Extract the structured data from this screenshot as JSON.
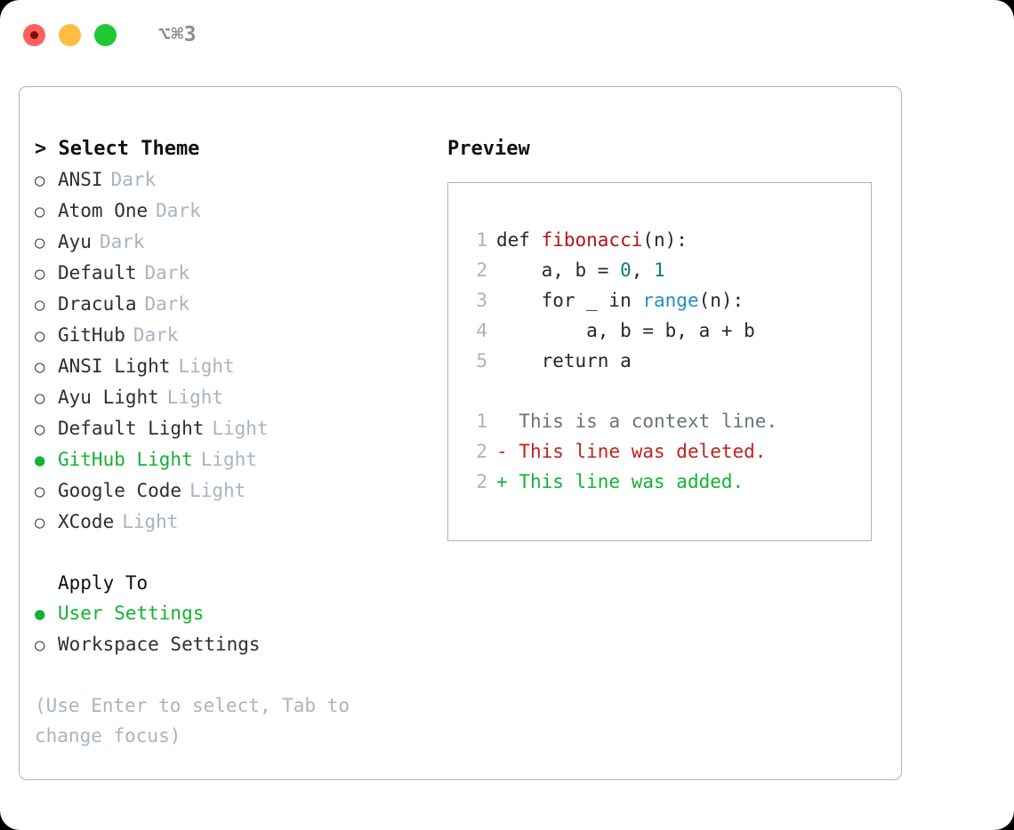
{
  "window": {
    "traffic_lights": [
      "close-red",
      "minimize-yellow",
      "maximize-green"
    ],
    "shortcut_label": "⌥⌘3"
  },
  "theme_list": {
    "header": "> Select Theme",
    "items": [
      {
        "bullet": "○",
        "name": "ANSI",
        "tag": "Dark",
        "selected": false
      },
      {
        "bullet": "○",
        "name": "Atom One",
        "tag": "Dark",
        "selected": false
      },
      {
        "bullet": "○",
        "name": "Ayu",
        "tag": "Dark",
        "selected": false
      },
      {
        "bullet": "○",
        "name": "Default",
        "tag": "Dark",
        "selected": false
      },
      {
        "bullet": "○",
        "name": "Dracula",
        "tag": "Dark",
        "selected": false
      },
      {
        "bullet": "○",
        "name": "GitHub",
        "tag": "Dark",
        "selected": false
      },
      {
        "bullet": "○",
        "name": "ANSI Light",
        "tag": "Light",
        "selected": false
      },
      {
        "bullet": "○",
        "name": "Ayu Light",
        "tag": "Light",
        "selected": false
      },
      {
        "bullet": "○",
        "name": "Default Light",
        "tag": "Light",
        "selected": false
      },
      {
        "bullet": "●",
        "name": "GitHub Light",
        "tag": "Light",
        "selected": true
      },
      {
        "bullet": "○",
        "name": "Google Code",
        "tag": "Light",
        "selected": false
      },
      {
        "bullet": "○",
        "name": "XCode",
        "tag": "Light",
        "selected": false
      }
    ]
  },
  "apply_to": {
    "header": "Apply To",
    "items": [
      {
        "bullet": "●",
        "name": "User Settings",
        "selected": true
      },
      {
        "bullet": "○",
        "name": "Workspace Settings",
        "selected": false
      }
    ]
  },
  "hint": "(Use Enter to select, Tab to change focus)",
  "preview": {
    "header": "Preview",
    "code_lines": [
      {
        "no": "1",
        "segments": [
          {
            "t": "def ",
            "c": "code-text"
          },
          {
            "t": "fibonacci",
            "c": "tok-fn"
          },
          {
            "t": "(n):",
            "c": "code-text"
          }
        ]
      },
      {
        "no": "2",
        "segments": [
          {
            "t": "    a, b = ",
            "c": "code-text"
          },
          {
            "t": "0",
            "c": "tok-num"
          },
          {
            "t": ", ",
            "c": "code-text"
          },
          {
            "t": "1",
            "c": "tok-num"
          }
        ]
      },
      {
        "no": "3",
        "segments": [
          {
            "t": "    for _ in ",
            "c": "code-text"
          },
          {
            "t": "range",
            "c": "tok-call"
          },
          {
            "t": "(n):",
            "c": "code-text"
          }
        ]
      },
      {
        "no": "4",
        "segments": [
          {
            "t": "        a, b = b, a + b",
            "c": "code-text"
          }
        ]
      },
      {
        "no": "5",
        "segments": [
          {
            "t": "    return a",
            "c": "code-text"
          }
        ]
      }
    ],
    "diff_lines": [
      {
        "no": "1",
        "marker": "  ",
        "text": "This is a context line.",
        "kind": "diff-ctx"
      },
      {
        "no": "2",
        "marker": "- ",
        "text": "This line was deleted.",
        "kind": "diff-del"
      },
      {
        "no": "2",
        "marker": "+ ",
        "text": "This line was added.",
        "kind": "diff-add"
      }
    ]
  },
  "colors": {
    "accent_green": "#12b330",
    "muted": "#a9b3c4",
    "text": "#2b2f36",
    "diff_added": "#12b330",
    "diff_deleted": "#c0231c",
    "diff_context": "#6a737d",
    "syntax_function": "#b3111a",
    "syntax_number": "#0a7f7f",
    "syntax_call": "#1d8fc4"
  }
}
